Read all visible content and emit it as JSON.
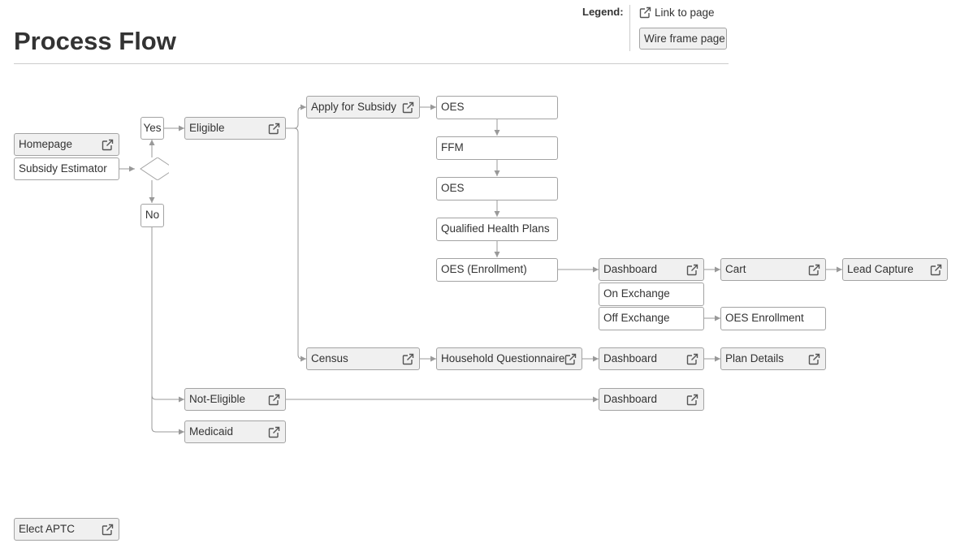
{
  "page": {
    "title": "Process Flow"
  },
  "legend": {
    "label": "Legend:",
    "link_to_page": "Link to page",
    "wire_frame_page": "Wire frame page"
  },
  "icons": {
    "link": "external-link-icon"
  },
  "colors": {
    "node_fill_page": "#f0f0f0",
    "node_fill_plain": "#ffffff",
    "border": "#a3a3a3",
    "connector": "#999999",
    "text": "#333333"
  },
  "nodes": {
    "homepage": "Homepage",
    "subsidy_estimator": "Subsidy Estimator",
    "yes": "Yes",
    "no": "No",
    "eligible": "Eligible",
    "apply_for_subsidy": "Apply for Subsidy",
    "oes_1": "OES",
    "ffm": "FFM",
    "oes_2": "OES",
    "qualified_health_plans": "Qualified Health Plans",
    "oes_enrollment": "OES (Enrollment)",
    "dashboard_1": "Dashboard",
    "cart": "Cart",
    "lead_capture": "Lead Capture",
    "on_exchange": "On Exchange",
    "off_exchange": "Off Exchange",
    "oes_enrollment_2": "OES Enrollment",
    "census": "Census",
    "household_questionnaire": "Household Questionnaire",
    "dashboard_2": "Dashboard",
    "plan_details": "Plan Details",
    "not_eligible": "Not-Eligible",
    "dashboard_3": "Dashboard",
    "medicaid": "Medicaid",
    "elect_aptc": "Elect APTC"
  }
}
